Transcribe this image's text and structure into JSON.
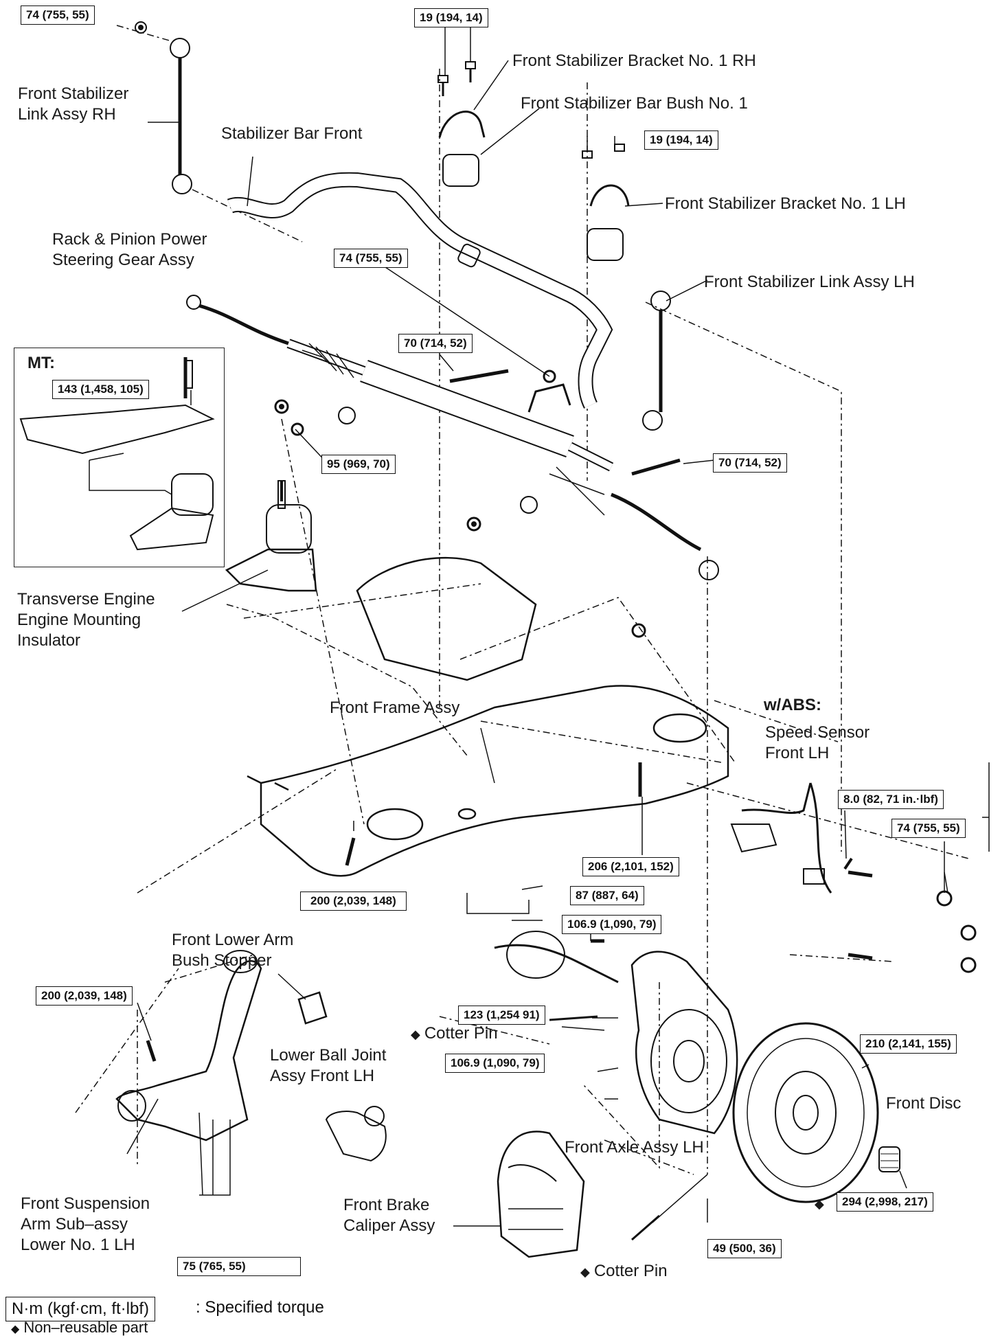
{
  "torques": {
    "t74_top": "74 (755, 55)",
    "t19_a": "19 (194, 14)",
    "t19_b": "19 (194, 14)",
    "t74_mid": "74 (755, 55)",
    "t70_a": "70 (714, 52)",
    "t143": "143 (1,458, 105)",
    "t95": "95 (969, 70)",
    "t70_b": "70 (714, 52)",
    "t80": "8.0 (82, 71 in.·lbf)",
    "t74_right": "74 (755, 55)",
    "t206": "206 (2,101, 152)",
    "t87": "87 (887, 64)",
    "t200_a": "200 (2,039, 148)",
    "t1069_a": "106.9 (1,090, 79)",
    "t200_b": "200 (2,039, 148)",
    "t123": "123 (1,254 91)",
    "t210": "210 (2,141, 155)",
    "t1069_b": "106.9 (1,090, 79)",
    "t294": "294 (2,998, 217)",
    "t75": "75 (765, 55)",
    "t49": "49 (500, 36)"
  },
  "labels": {
    "stab_bracket_rh": "Front Stabilizer Bracket No. 1 RH",
    "stab_bush": "Front Stabilizer Bar Bush No. 1",
    "stab_link_rh_1": "Front Stabilizer",
    "stab_link_rh_2": "Link Assy RH",
    "stab_bar_front": "Stabilizer Bar Front",
    "stab_bracket_lh": "Front Stabilizer Bracket No. 1 LH",
    "rack_1": "Rack & Pinion Power",
    "rack_2": "Steering Gear Assy",
    "stab_link_lh": "Front Stabilizer Link Assy LH",
    "mt": "MT:",
    "engine_1": "Transverse Engine",
    "engine_2": "Engine Mounting",
    "engine_3": "Insulator",
    "front_frame": "Front Frame Assy",
    "abs": "w/ABS:",
    "speed_1": "Speed Sensor",
    "speed_2": "Front LH",
    "lower_arm_bush_1": "Front Lower Arm",
    "lower_arm_bush_2": "Bush Stopper",
    "cotter_pin_1": "Cotter Pin",
    "ball_joint_1": "Lower Ball Joint",
    "ball_joint_2": "Assy Front LH",
    "front_disc": "Front Disc",
    "front_axle": "Front Axle Assy LH",
    "arm_1": "Front Suspension",
    "arm_2": "Arm Sub–assy",
    "arm_3": "Lower No. 1 LH",
    "caliper_1": "Front Brake",
    "caliper_2": "Caliper Assy",
    "cotter_pin_2": "Cotter Pin"
  },
  "legend": {
    "unit": "N·m (kgf·cm, ft·lbf)",
    "unit_desc": ": Specified torque",
    "nonreusable": "Non–reusable part"
  },
  "symbols": {
    "nonreusable_marker": "◆"
  }
}
